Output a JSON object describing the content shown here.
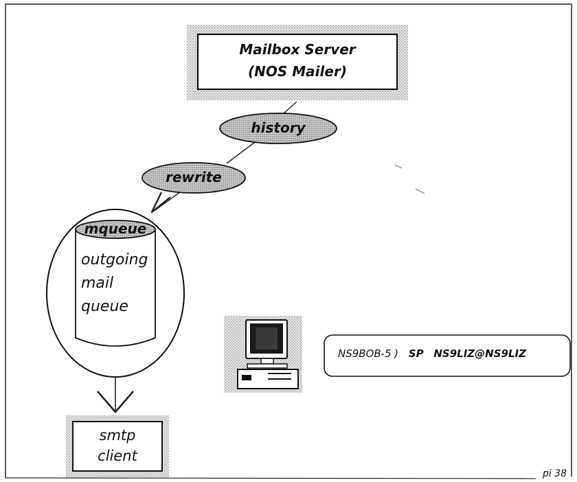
{
  "server": {
    "line1": "Mailbox Server",
    "line2": "(NOS Mailer)"
  },
  "history_label": "history",
  "rewrite_label": "rewrite",
  "queue": {
    "title": "mqueue",
    "line1": "outgoing",
    "line2": "mail",
    "line3": "queue"
  },
  "smtp": {
    "line1": "smtp",
    "line2": "client"
  },
  "command": {
    "prompt": "NS9BOB-5  )",
    "cmd": "SP",
    "address": "NS9LIZ@NS9LIZ"
  },
  "page_ref": "pi 38",
  "colors": {
    "ink": "#111111",
    "stipple": "#c8c8c8",
    "ellipse_fill": "#d9d9d9"
  }
}
